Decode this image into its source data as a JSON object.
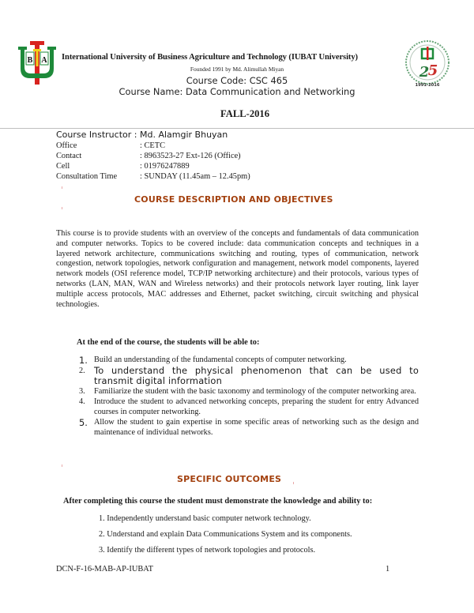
{
  "header": {
    "university_name": "International University of Business Agriculture and Technology (IUBAT University)",
    "founded": "Founded 1991 by Md. Alimullah Miyan",
    "course_code": "Course Code: CSC 465",
    "course_name": "Course Name: Data Communication and Networking",
    "term": "FALL-2016",
    "logo_left": {
      "letters": [
        "B",
        "I",
        "A"
      ],
      "green": "#1e8a3a",
      "red": "#d8231f",
      "yellow": "#f1d21a"
    },
    "logo_right": {
      "text": "25",
      "years": "1991-2016",
      "green": "#2a8a3e",
      "red": "#c9302c"
    }
  },
  "instructor": {
    "rows": [
      {
        "label": "Course Instructor",
        "value": ": Md. Alamgir Bhuyan"
      },
      {
        "label": "Office",
        "value": ": CETC"
      },
      {
        "label": "Contact",
        "value": ": 8963523-27 Ext-126 (Office)"
      },
      {
        "label": "Cell",
        "value": ": 01976247889"
      },
      {
        "label": "Consultation Time",
        "value": ": SUNDAY (11.45am – 12.45pm)"
      }
    ]
  },
  "description": {
    "heading": "COURSE DESCRIPTION AND OBJECTIVES",
    "paragraph": "This course is to provide students with an overview of the concepts and fundamentals of data communication and computer networks. Topics to be covered include: data communication concepts and techniques in a layered network architecture, communications switching and routing, types of communication, network congestion, network topologies, network configuration and management, network model components, layered network models (OSI reference model, TCP/IP networking architecture) and their protocols, various types of networks (LAN, MAN, WAN and Wireless networks) and their protocols network layer routing, link layer multiple access protocols, MAC addresses and Ethernet, packet switching, circuit switching and physical technologies.",
    "objectives_intro": "At the end of the course, the students will be able to:",
    "objectives": [
      {
        "num": "1.",
        "text": "Build an understanding of the fundamental concepts of computer networking."
      },
      {
        "num": "2.",
        "text": "To understand the physical phenomenon that can be used to transmit digital information"
      },
      {
        "num": "3.",
        "text": "Familiarize the student with the basic taxonomy and terminology of the computer networking area."
      },
      {
        "num": "4.",
        "text": "Introduce the student to advanced networking concepts, preparing the student for entry Advanced courses in computer networking."
      },
      {
        "num": "5.",
        "text": "Allow the student to gain expertise in some specific areas of networking such as the design and maintenance of individual networks."
      }
    ]
  },
  "outcomes": {
    "heading": "SPECIFIC OUTCOMES",
    "intro": "After completing this course the student must demonstrate the knowledge and ability to:",
    "items": [
      "1.  Independently understand basic computer network technology.",
      "2. Understand and explain Data Communications System and its components.",
      "3. Identify the different types of network topologies and protocols."
    ]
  },
  "footer": {
    "doc_code": "DCN-F-16-MAB-AP-IUBAT",
    "page_number": "1"
  }
}
